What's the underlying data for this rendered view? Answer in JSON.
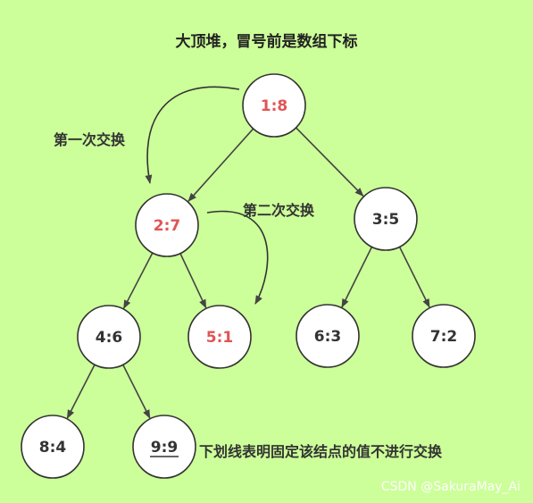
{
  "title": "大顶堆，冒号前是数组下标",
  "annotations": {
    "first_swap": "第一次交换",
    "second_swap": "第二次交换",
    "underline_note": "下划线表明固定该结点的值不进行交换"
  },
  "watermark": "CSDN @SakuraMay_Ai",
  "colors": {
    "background": "#ccff99",
    "node_fill": "#ffffff",
    "node_stroke": "#333333",
    "normal_text": "#333333",
    "swapped_text": "#e05555",
    "edge": "#444444"
  },
  "nodes": [
    {
      "id": "n1",
      "label": "1:8",
      "swapped": true,
      "fixed": false
    },
    {
      "id": "n2",
      "label": "2:7",
      "swapped": true,
      "fixed": false
    },
    {
      "id": "n3",
      "label": "3:5",
      "swapped": false,
      "fixed": false
    },
    {
      "id": "n4",
      "label": "4:6",
      "swapped": false,
      "fixed": false
    },
    {
      "id": "n5",
      "label": "5:1",
      "swapped": true,
      "fixed": false
    },
    {
      "id": "n6",
      "label": "6:3",
      "swapped": false,
      "fixed": false
    },
    {
      "id": "n7",
      "label": "7:2",
      "swapped": false,
      "fixed": false
    },
    {
      "id": "n8",
      "label": "8:4",
      "swapped": false,
      "fixed": false
    },
    {
      "id": "n9",
      "label": "9:9",
      "swapped": false,
      "fixed": true
    }
  ],
  "edges": [
    [
      "n1",
      "n2"
    ],
    [
      "n1",
      "n3"
    ],
    [
      "n2",
      "n4"
    ],
    [
      "n2",
      "n5"
    ],
    [
      "n3",
      "n6"
    ],
    [
      "n3",
      "n7"
    ],
    [
      "n4",
      "n8"
    ],
    [
      "n4",
      "n9"
    ]
  ]
}
